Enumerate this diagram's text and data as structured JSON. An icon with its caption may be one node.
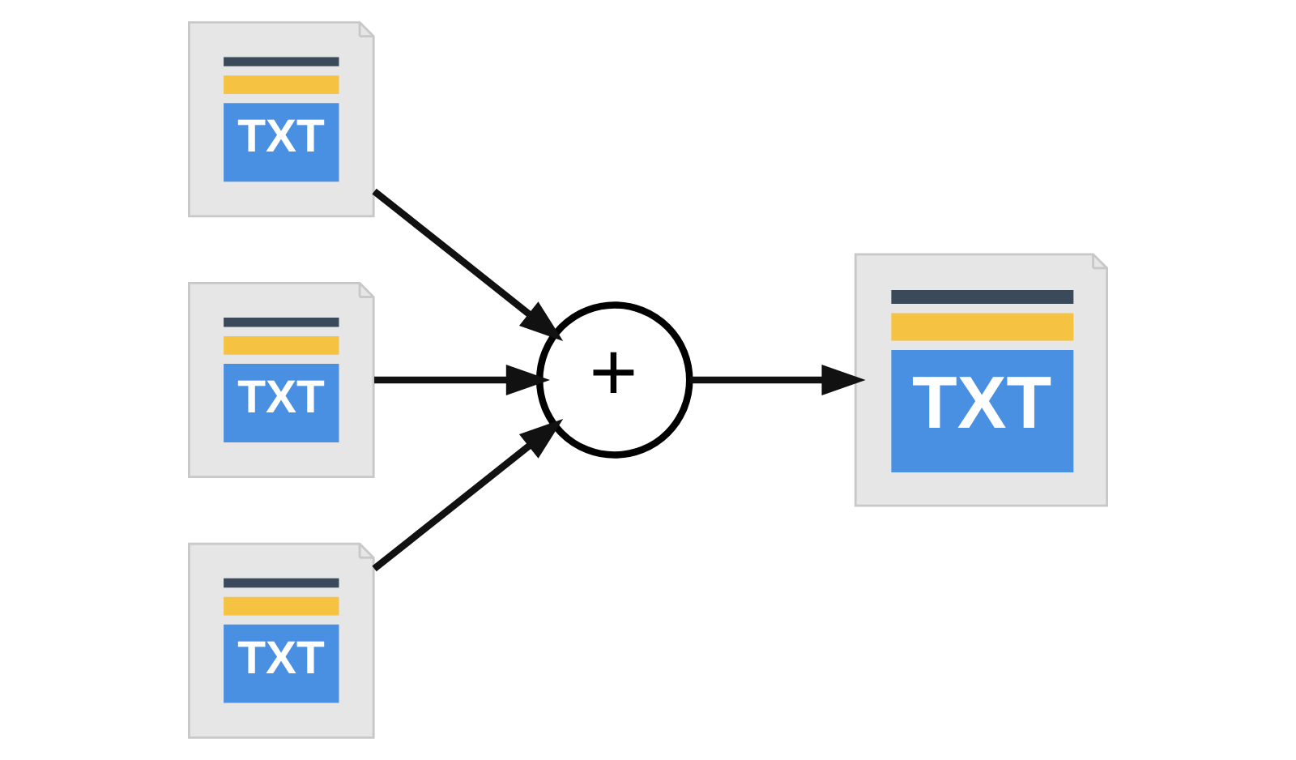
{
  "diagram": {
    "nodes": [
      {
        "text": [
          "TXT"
        ]
      },
      {
        "text": [
          "TXT"
        ]
      },
      {
        "text": [
          "TXT"
        ]
      },
      {
        "text": [
          "+"
        ]
      },
      {
        "text": [
          "TXT"
        ]
      }
    ],
    "edges": [
      {
        "from": 0,
        "to": 3,
        "arrow": "to"
      },
      {
        "from": 1,
        "to": 3,
        "arrow": "to"
      },
      {
        "from": 2,
        "to": 3,
        "arrow": "to"
      },
      {
        "from": 3,
        "to": 4,
        "arrow": "to"
      }
    ]
  }
}
